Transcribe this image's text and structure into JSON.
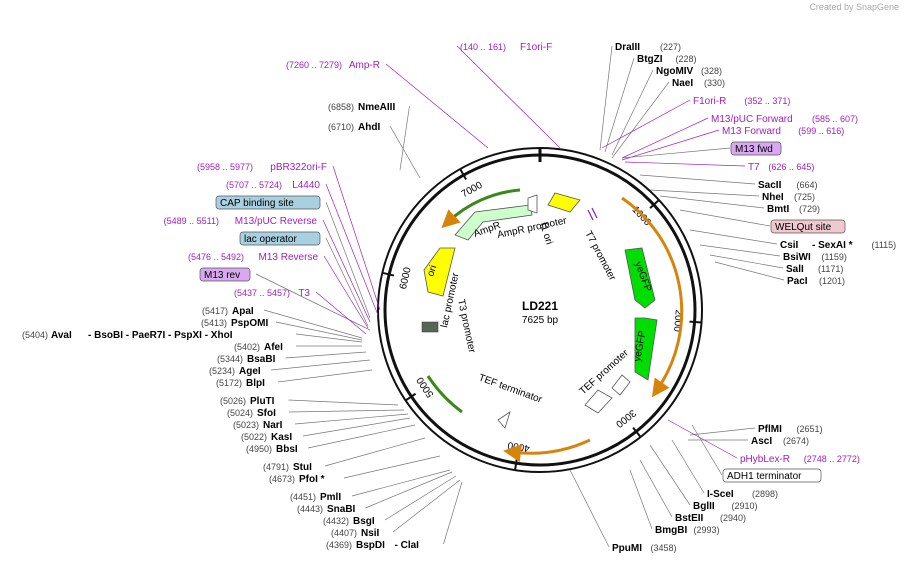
{
  "watermark": "Created by SnapGene",
  "plasmid": {
    "name": "LD221",
    "size": "7625 bp"
  },
  "ticks": [
    "1000",
    "2000",
    "3000",
    "4000",
    "5000",
    "6000",
    "7000"
  ],
  "right_labels": [
    {
      "name": "F1ori-F",
      "range": "(140 .. 161)",
      "type": "primer"
    },
    {
      "name": "DraIII",
      "pos": "(227)",
      "type": "enzyme"
    },
    {
      "name": "BtgZI",
      "pos": "(228)",
      "type": "enzyme"
    },
    {
      "name": "NgoMIV",
      "pos": "(328)",
      "type": "enzyme"
    },
    {
      "name": "NaeI",
      "pos": "(330)",
      "type": "enzyme"
    },
    {
      "name": "F1ori-R",
      "range": "(352 .. 371)",
      "type": "primer"
    },
    {
      "name": "M13/pUC Forward",
      "range": "(585 .. 607)",
      "type": "primer"
    },
    {
      "name": "M13 Forward",
      "range": "(599 .. 616)",
      "type": "primer"
    },
    {
      "name": "M13 fwd",
      "type": "boxpurple"
    },
    {
      "name": "T7",
      "range": "(626 .. 645)",
      "type": "primer"
    },
    {
      "name": "SacII",
      "pos": "(664)",
      "type": "enzyme"
    },
    {
      "name": "NheI",
      "pos": "(725)",
      "type": "enzyme"
    },
    {
      "name": "BmtI",
      "pos": "(729)",
      "type": "enzyme"
    },
    {
      "name": "WELQut site",
      "type": "boxpink"
    },
    {
      "name": "CsiI",
      "extra": "SexAI *",
      "pos": "(1115)",
      "type": "enzyme2"
    },
    {
      "name": "BsiWI",
      "pos": "(1159)",
      "type": "enzyme"
    },
    {
      "name": "SalI",
      "pos": "(1171)",
      "type": "enzyme"
    },
    {
      "name": "PacI",
      "pos": "(1201)",
      "type": "enzyme"
    },
    {
      "name": "PflMI",
      "pos": "(2651)",
      "type": "enzyme"
    },
    {
      "name": "AscI",
      "pos": "(2674)",
      "type": "enzyme"
    },
    {
      "name": "pHybLex-R",
      "range": "(2748 .. 2772)",
      "type": "primer"
    },
    {
      "name": "ADH1 terminator",
      "type": "boxwhite"
    },
    {
      "name": "I-SceI",
      "pos": "(2898)",
      "type": "enzyme"
    },
    {
      "name": "BglII",
      "pos": "(2910)",
      "type": "enzyme"
    },
    {
      "name": "BstEII",
      "pos": "(2940)",
      "type": "enzyme"
    },
    {
      "name": "BmgBI",
      "pos": "(2993)",
      "type": "enzyme"
    },
    {
      "name": "PpuMI",
      "pos": "(3458)",
      "type": "enzyme"
    }
  ],
  "left_labels": [
    {
      "name": "Amp-R",
      "range": "(7260 .. 7279)",
      "type": "primer"
    },
    {
      "name": "NmeAIII",
      "pos": "(6858)",
      "type": "enzyme"
    },
    {
      "name": "AhdI",
      "pos": "(6710)",
      "type": "enzyme"
    },
    {
      "name": "pBR322ori-F",
      "range": "(5958 .. 5977)",
      "type": "primer"
    },
    {
      "name": "L4440",
      "range": "(5707 .. 5724)",
      "type": "primer"
    },
    {
      "name": "CAP binding site",
      "type": "boxblue"
    },
    {
      "name": "M13/pUC Reverse",
      "range": "(5489 .. 5511)",
      "type": "primer"
    },
    {
      "name": "lac operator",
      "type": "boxblue"
    },
    {
      "name": "M13 Reverse",
      "range": "(5476 .. 5492)",
      "type": "primer"
    },
    {
      "name": "M13 rev",
      "type": "boxpurple"
    },
    {
      "name": "T3",
      "range": "(5437 .. 5457)",
      "type": "primer"
    },
    {
      "name": "ApaI",
      "pos": "(5417)",
      "type": "enzyme"
    },
    {
      "name": "PspOMI",
      "pos": "(5413)",
      "type": "enzyme"
    },
    {
      "name": "AvaI",
      "pos": "(5404)",
      "extra": "- BsoBI  - PaeR7I  - PspXI  - XhoI",
      "type": "enzyme3"
    },
    {
      "name": "AfeI",
      "pos": "(5402)",
      "type": "enzyme"
    },
    {
      "name": "BsaBI",
      "pos": "(5344)",
      "type": "enzyme"
    },
    {
      "name": "AgeI",
      "pos": "(5234)",
      "type": "enzyme"
    },
    {
      "name": "BlpI",
      "pos": "(5172)",
      "type": "enzyme"
    },
    {
      "name": "PluTI",
      "pos": "(5026)",
      "type": "enzyme"
    },
    {
      "name": "SfoI",
      "pos": "(5024)",
      "type": "enzyme"
    },
    {
      "name": "NarI",
      "pos": "(5023)",
      "type": "enzyme"
    },
    {
      "name": "KasI",
      "pos": "(5022)",
      "type": "enzyme"
    },
    {
      "name": "BbsI",
      "pos": "(4950)",
      "type": "enzyme"
    },
    {
      "name": "StuI",
      "pos": "(4791)",
      "type": "enzyme"
    },
    {
      "name": "PfoI *",
      "pos": "(4673)",
      "type": "enzyme"
    },
    {
      "name": "PmlI",
      "pos": "(4451)",
      "type": "enzyme"
    },
    {
      "name": "SnaBI",
      "pos": "(4443)",
      "type": "enzyme"
    },
    {
      "name": "BsgI",
      "pos": "(4432)",
      "type": "enzyme"
    },
    {
      "name": "NsiI",
      "pos": "(4407)",
      "type": "enzyme"
    },
    {
      "name": "BspDI",
      "pos": "(4369)",
      "extra": "- ClaI",
      "type": "enzyme2"
    }
  ],
  "features": [
    {
      "name": "f1 ori",
      "color": "#ffff00"
    },
    {
      "name": "T7 promoter",
      "color": "#ffffff"
    },
    {
      "name": "yeGFP",
      "color": "#00dd00"
    },
    {
      "name": "yeGFP",
      "color": "#00dd00"
    },
    {
      "name": "TEF promoter",
      "color": "#ffffff"
    },
    {
      "name": "TEF terminator",
      "color": "#ffffff"
    },
    {
      "name": "lac promoter",
      "color": "#ffffff"
    },
    {
      "name": "T3 promoter",
      "color": "#ffffff"
    },
    {
      "name": "ori",
      "color": "#ffff00"
    },
    {
      "name": "AmpR",
      "color": "#ccffcc"
    },
    {
      "name": "AmpR promoter",
      "color": "#ffffff"
    }
  ],
  "colors": {
    "enzyme": "#000000",
    "primer": "#a020c0",
    "pos": "#444444",
    "orf_orange": "#d7840c",
    "orf_green": "#3a8a1a"
  }
}
